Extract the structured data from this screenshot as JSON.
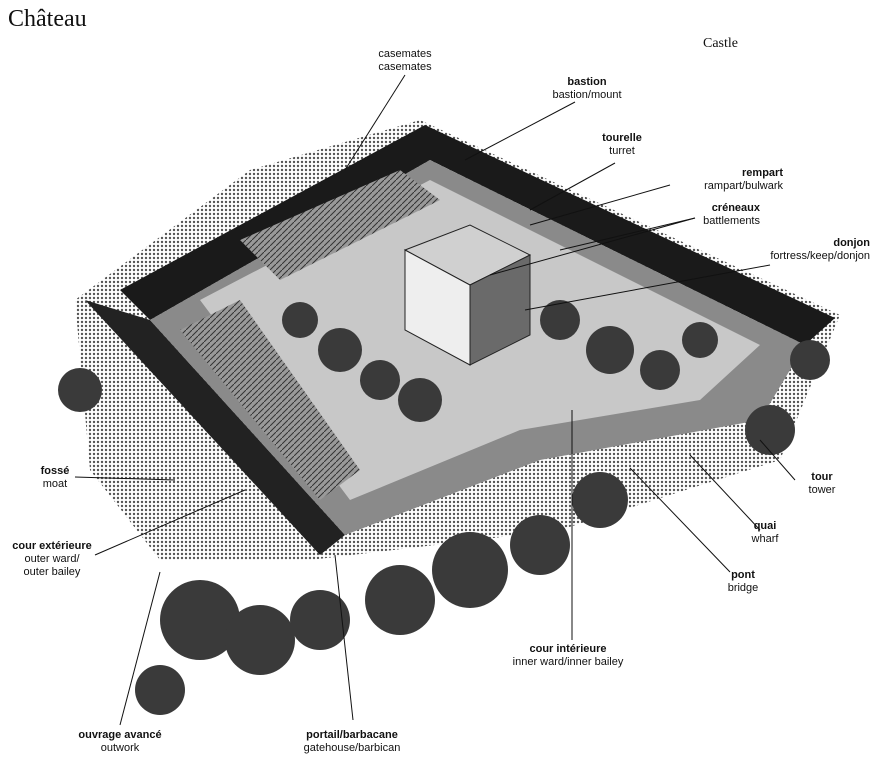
{
  "title": "Château",
  "subtitle": "Castle",
  "colors": {
    "ink": "#111111",
    "shade": "#6b6b6b",
    "light": "#bdbdbd",
    "tree": "#3a3a3a"
  },
  "labels": [
    {
      "id": "casemates",
      "fr": "casemates",
      "en": "casemates"
    },
    {
      "id": "bastion",
      "fr": "bastion",
      "en": "bastion/mount"
    },
    {
      "id": "tourelle",
      "fr": "tourelle",
      "en": "turret"
    },
    {
      "id": "rempart",
      "fr": "rempart",
      "en": "rampart/bulwark"
    },
    {
      "id": "creneaux",
      "fr": "créneaux",
      "en": "battlements"
    },
    {
      "id": "donjon",
      "fr": "donjon",
      "en": "fortress/keep/donjon"
    },
    {
      "id": "fosse",
      "fr": "fossé",
      "en": "moat"
    },
    {
      "id": "cour-ext",
      "fr": "cour extérieure",
      "en": "outer ward/",
      "en2": "outer bailey"
    },
    {
      "id": "tour",
      "fr": "tour",
      "en": "tower"
    },
    {
      "id": "quai",
      "fr": "quai",
      "en": "wharf"
    },
    {
      "id": "pont",
      "fr": "pont",
      "en": "bridge"
    },
    {
      "id": "cour-int",
      "fr": "cour intérieure",
      "en": "inner ward/inner bailey"
    },
    {
      "id": "ouvrage",
      "fr": "ouvrage avancé",
      "en": "outwork"
    },
    {
      "id": "portail",
      "fr": "portail/barbacane",
      "en": "gatehouse/barbican"
    }
  ]
}
